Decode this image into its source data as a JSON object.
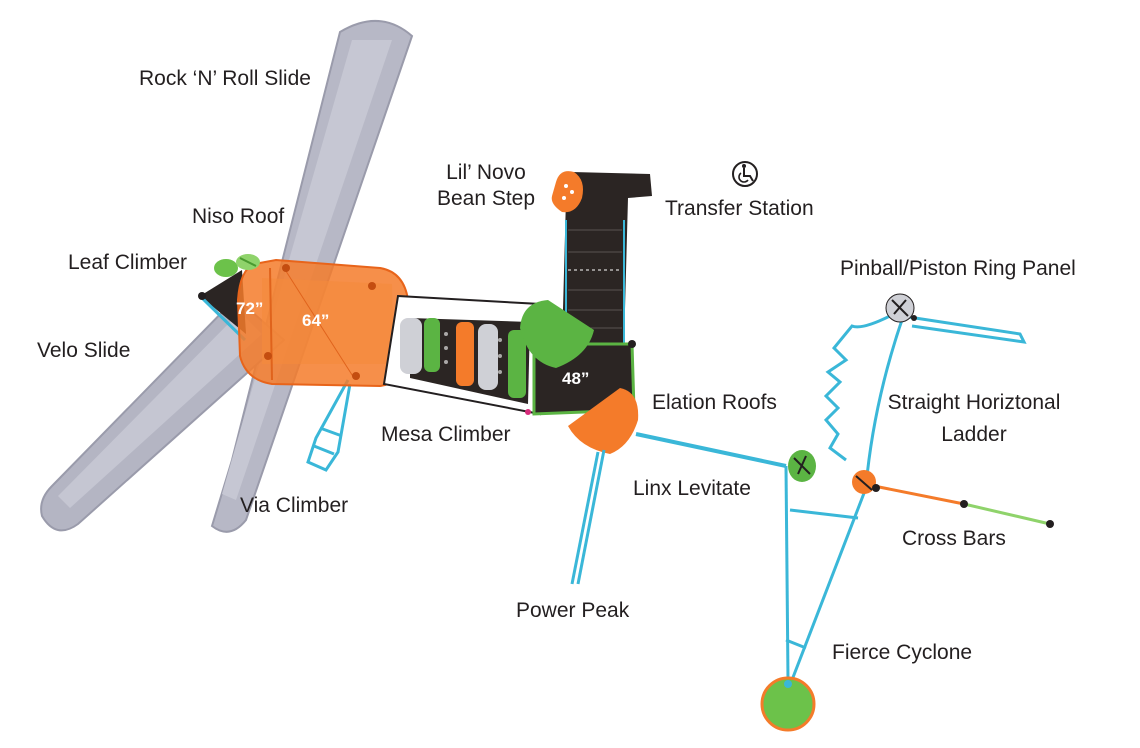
{
  "labels": {
    "rock_n_roll_slide": "Rock ‘N’ Roll Slide",
    "niso_roof": "Niso Roof",
    "leaf_climber": "Leaf Climber",
    "velo_slide": "Velo Slide",
    "via_climber": "Via Climber",
    "mesa_climber": "Mesa Climber",
    "lil_novo_line1": "Lil’ Novo",
    "lil_novo_line2": "Bean Step",
    "transfer_station": "Transfer Station",
    "pinball_piston": "Pinball/Piston Ring Panel",
    "elation_roofs": "Elation Roofs",
    "straight_ladder_line1": "Straight Horiztonal",
    "straight_ladder_line2": "Ladder",
    "linx_levitate": "Linx Levitate",
    "cross_bars": "Cross Bars",
    "power_peak": "Power Peak",
    "fierce_cyclone": "Fierce Cyclone"
  },
  "dimensions": {
    "deck_72": "72”",
    "deck_64": "64”",
    "deck_48": "48”"
  },
  "icons": {
    "accessibility": "wheelchair-icon"
  },
  "colors": {
    "slide_gray": "#b7b8c6",
    "deck_orange": "#f47b2a",
    "roof_green": "#5bb443",
    "post_cyan": "#3ab7d8",
    "deck_black": "#2b2523",
    "step_gray": "#cfd0d6"
  }
}
